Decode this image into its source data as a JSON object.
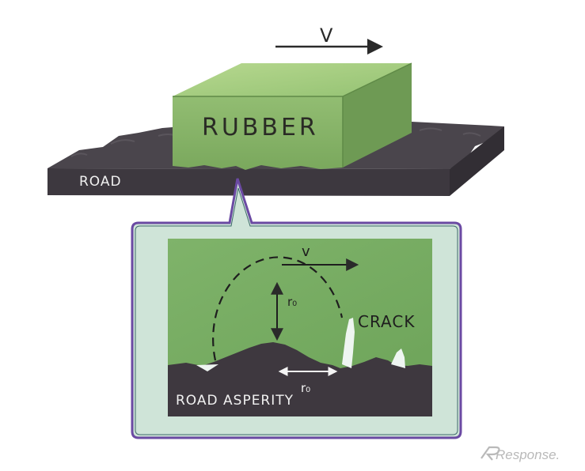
{
  "labels": {
    "rubber": "RUBBER",
    "road": "ROAD",
    "velocity_top": "V",
    "velocity_inset": "v",
    "radius_vertical": "r₀",
    "radius_horizontal": "r₀",
    "crack": "CRACK",
    "road_asperity": "ROAD ASPERITY"
  },
  "watermark": {
    "text": "Response."
  },
  "colors": {
    "rubber_front": "#86b46a",
    "rubber_top": "#a9cf83",
    "rubber_side": "#6f9b55",
    "road_top": "#48434a",
    "road_front": "#3c373f",
    "inset_frame": "#6b4aa3",
    "inset_background": "#cde3d6",
    "inset_rubber": "#77ad62",
    "inset_road": "#3c363d",
    "crack": "#f1f7f3",
    "watermark": "#b7b7b7"
  }
}
